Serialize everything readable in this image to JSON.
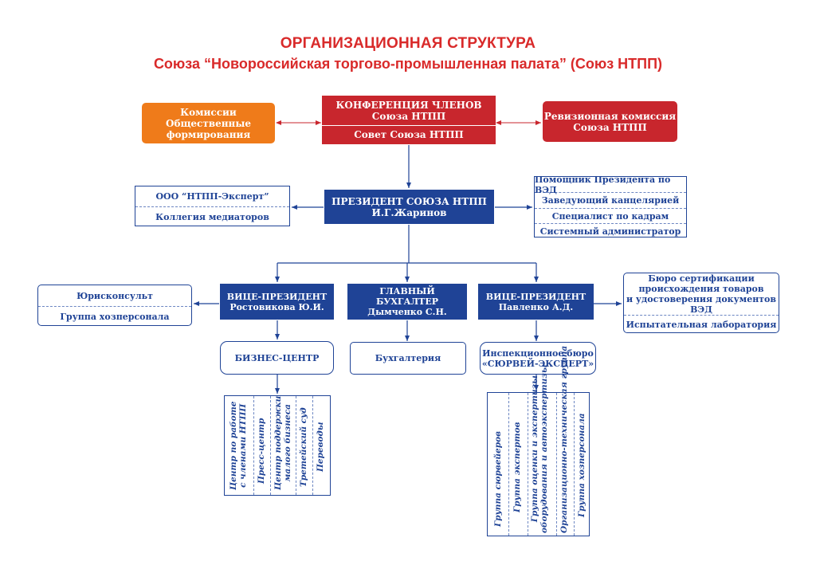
{
  "title": {
    "line1": "ОРГАНИЗАЦИОННАЯ СТРУКТУРА",
    "line2": "Союза “Новороссийская торгово-промышленная палата” (Союз НТПП)"
  },
  "commissions": {
    "line1": "Комиссии",
    "line2": "Общественные",
    "line3": "формирования"
  },
  "conference": {
    "line1": "КОНФЕРЕНЦИЯ ЧЛЕНОВ",
    "line2": "Союза НТПП",
    "council": "Совет Союза НТПП"
  },
  "audit": {
    "line1": "Ревизионная комиссия",
    "line2": "Союза НТПП"
  },
  "president": {
    "line1": "ПРЕЗИДЕНТ  СОЮЗА НТПП",
    "line2": "И.Г.Жаринов"
  },
  "left_group": {
    "item1": "ООО “НТПП-Эксперт”",
    "item2": "Коллегия медиаторов"
  },
  "assistants": [
    "Помощник Президента по ВЭД",
    "Заведующий канцелярией",
    "Специалист по кадрам",
    "Системный администратор"
  ],
  "vp1": {
    "line1": "ВИЦЕ-ПРЕЗИДЕНТ",
    "line2": "Ростовикова Ю.И."
  },
  "chief_accountant": {
    "line1": "ГЛАВНЫЙ БУХГАЛТЕР",
    "line2": "Дымченко С.Н."
  },
  "vp2": {
    "line1": "ВИЦЕ-ПРЕЗИДЕНТ",
    "line2": "Павленко А.Д."
  },
  "legal": {
    "item1": "Юрисконсульт",
    "item2": "Группа хозперсонала"
  },
  "certification": {
    "line1": "Бюро сертификации",
    "line2": "происхождения товаров",
    "line3": "и удостоверения документов ВЭД",
    "lab": "Испытательная лабоpатория"
  },
  "business_center": "БИЗНЕС-ЦЕНТР",
  "accounting": "Бухгалтерия",
  "inspection": {
    "line1": "Инспекционное бюро",
    "line2": "«СЮРВЕЙ-ЭКСПЕРТ»"
  },
  "bc_units": [
    {
      "line1": "Центр по работе",
      "line2": "с членами НТПП"
    },
    {
      "line1": "Пресс-центр",
      "line2": ""
    },
    {
      "line1": "Центр поддержки",
      "line2": "малого бизнеса"
    },
    {
      "line1": "Третейский суд",
      "line2": ""
    },
    {
      "line1": "Переводы",
      "line2": ""
    }
  ],
  "inspection_units": [
    {
      "line1": "Группа сюрвейеров",
      "line2": ""
    },
    {
      "line1": "Группа экспертов",
      "line2": ""
    },
    {
      "line1": "Группа оценки и экспертизы",
      "line2": "оборудования и автоэкспертизы"
    },
    {
      "line1": "Организационно-техническая группа",
      "line2": ""
    },
    {
      "line1": "Группа хозперсонала",
      "line2": ""
    }
  ],
  "colors": {
    "navy": "#1f4396",
    "red": "#c8262d",
    "orange": "#ef7b1a",
    "title_red": "#d92a2a"
  }
}
